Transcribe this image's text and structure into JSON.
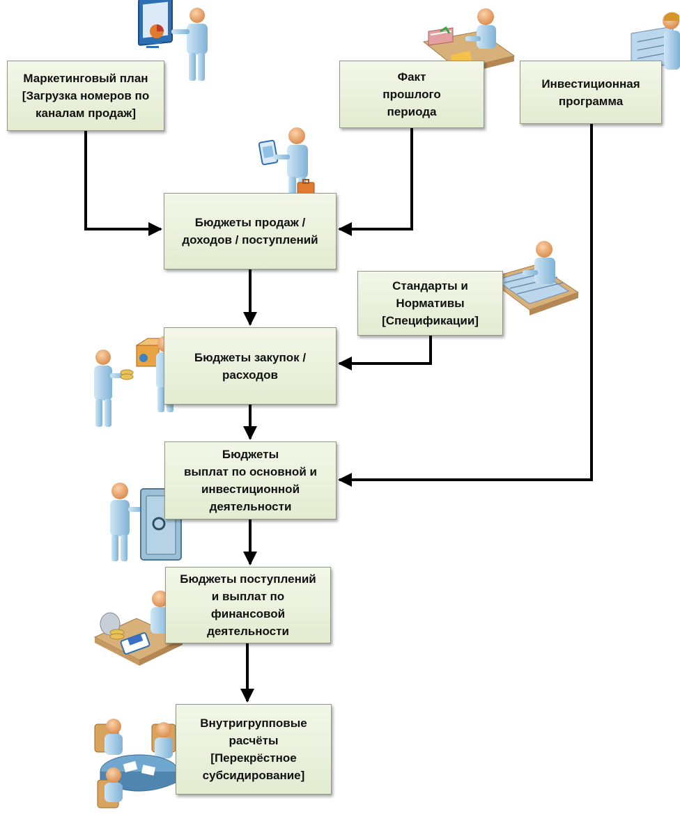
{
  "nodes": {
    "marketing": "Маркетинговый план\n[Загрузка номеров по\nканалам продаж]",
    "fact": "Факт\nпрошлого\nпериода",
    "invest": "Инвестиционная\nпрограмма",
    "sales": "Бюджеты продаж /\nдоходов / поступлений",
    "standards": "Стандарты и\nНормативы\n[Спецификации]",
    "purchases": "Бюджеты закупок /\nрасходов",
    "payments": "Бюджеты\nвыплат по основной и\nинвестиционной\nдеятельности",
    "finance": "Бюджеты поступлений\nи выплат по\nфинансовой\nдеятельности",
    "intragroup": "Внутригрупповые\nрасчёты\n[Перекрёстное\nсубсидирование]"
  },
  "edges": [
    {
      "from": "marketing",
      "to": "sales"
    },
    {
      "from": "fact",
      "to": "sales"
    },
    {
      "from": "sales",
      "to": "purchases"
    },
    {
      "from": "standards",
      "to": "purchases"
    },
    {
      "from": "purchases",
      "to": "payments"
    },
    {
      "from": "invest",
      "to": "payments"
    },
    {
      "from": "payments",
      "to": "finance"
    },
    {
      "from": "finance",
      "to": "intragroup"
    }
  ],
  "colors": {
    "box_fill": "#e6eed6",
    "box_border": "#8f9a86",
    "arrow": "#000000",
    "figure_body": "#a9cde4",
    "figure_skin": "#f0b07c",
    "desk": "#d8b07a"
  },
  "icons": [
    "presentation-figure-icon",
    "documents-desk-figure-icon",
    "blueprint-figure-icon",
    "tablet-briefcase-figure-icon",
    "drafting-desk-figure-icon",
    "coins-package-figures-icon",
    "safe-figure-icon",
    "calculator-desk-figure-icon",
    "meeting-table-figures-icon"
  ]
}
